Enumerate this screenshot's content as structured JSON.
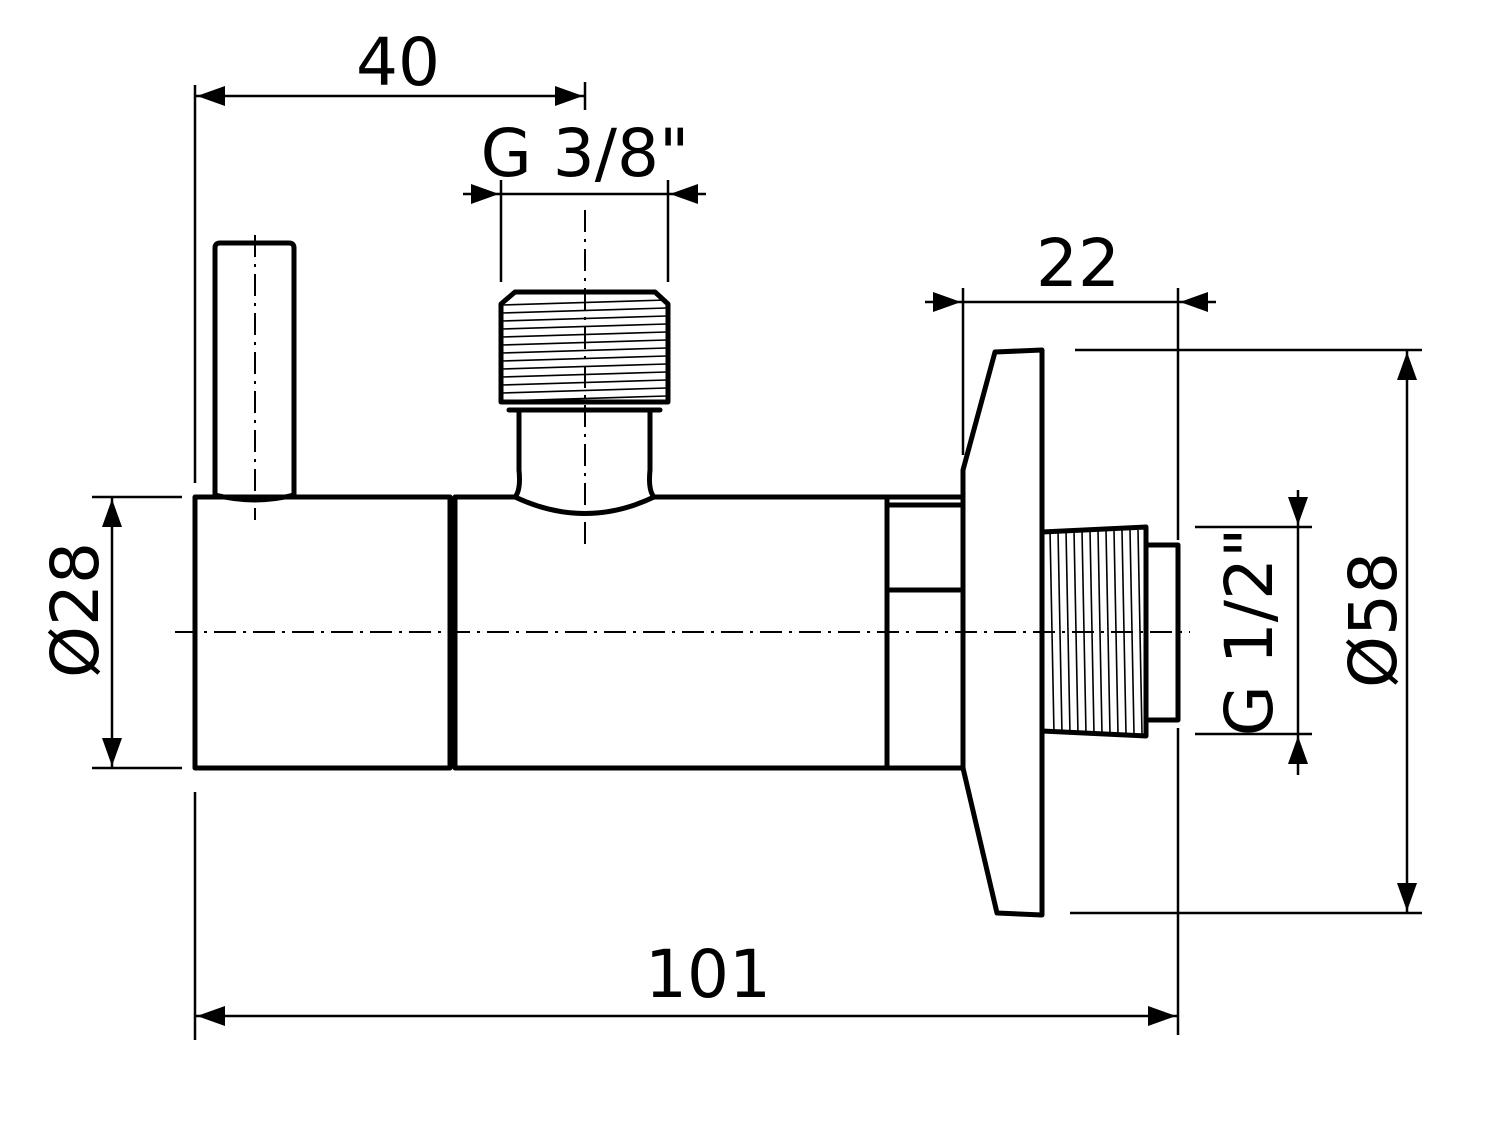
{
  "dimensions": {
    "lever_to_outlet": "40",
    "outlet_thread": "G 3/8\"",
    "flange_depth": "22",
    "body_diameter": "Ø28",
    "inlet_thread": "G 1/2\"",
    "flange_diameter": "Ø58",
    "overall_length": "101"
  },
  "colors": {
    "line": "#000000",
    "background": "#ffffff"
  }
}
